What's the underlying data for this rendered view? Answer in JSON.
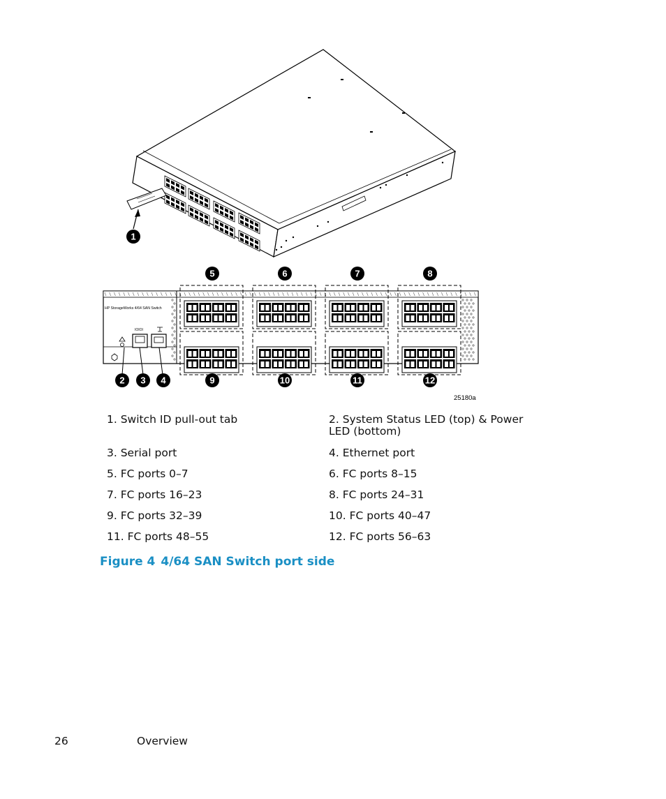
{
  "diagram": {
    "callouts": {
      "c1": "1",
      "c2": "2",
      "c3": "3",
      "c4": "4",
      "c5": "5",
      "c6": "6",
      "c7": "7",
      "c8": "8",
      "c9": "9",
      "c10": "10",
      "c11": "11",
      "c12": "12"
    },
    "panel_label": "HP StorageWorks 4/64 SAN Switch",
    "serial_glyph": "IOIOI",
    "figure_code": "25180a"
  },
  "legend": [
    {
      "text": "1.  Switch ID pull-out tab"
    },
    {
      "text": "2.  System Status LED (top) & Power LED (bottom)"
    },
    {
      "text": "3.  Serial port"
    },
    {
      "text": "4.  Ethernet port"
    },
    {
      "text": "5.  FC ports 0–7"
    },
    {
      "text": "6.  FC ports 8–15"
    },
    {
      "text": "7.  FC ports 16–23"
    },
    {
      "text": "8.  FC ports 24–31"
    },
    {
      "text": "9.  FC ports 32–39"
    },
    {
      "text": "10.  FC ports 40–47"
    },
    {
      "text": "11.  FC ports 48–55"
    },
    {
      "text": "12.  FC ports 56–63"
    }
  ],
  "caption": {
    "label": "Figure 4",
    "title": "4/64 SAN Switch port side"
  },
  "footer": {
    "page_number": "26",
    "section": "Overview"
  }
}
